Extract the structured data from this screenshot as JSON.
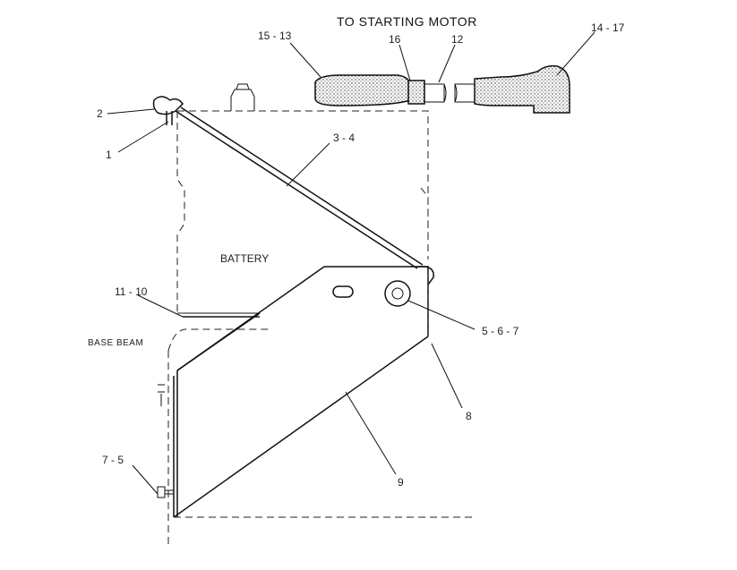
{
  "title": "TO STARTING MOTOR",
  "battery_label": "BATTERY",
  "base_beam_label": "BASE BEAM",
  "callouts": {
    "c1": "1",
    "c2": "2",
    "c3_4": "3 - 4",
    "c5_6_7": "5 - 6 - 7",
    "c7_5": "7 - 5",
    "c8": "8",
    "c9": "9",
    "c11_10": "11 - 10",
    "c12": "12",
    "c14_17": "14 - 17",
    "c15_13": "15 - 13",
    "c16": "16"
  }
}
